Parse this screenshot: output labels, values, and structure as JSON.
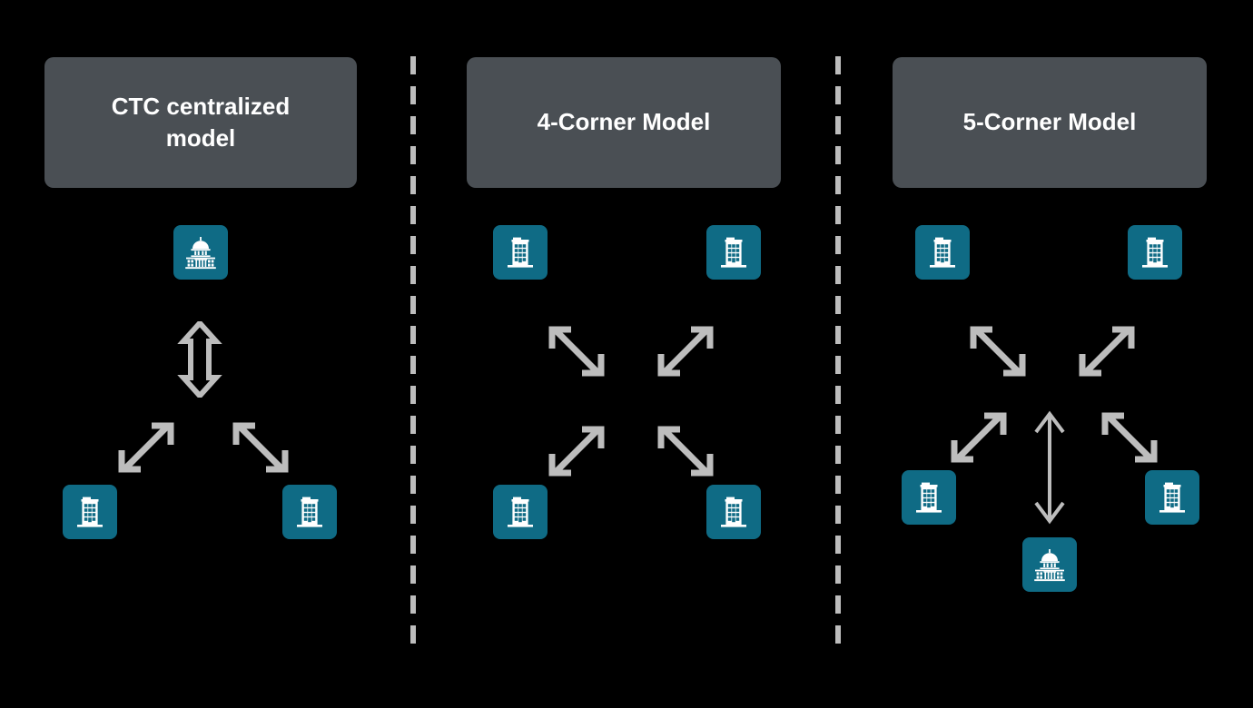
{
  "page": {
    "background_color": "#000000",
    "title": "Interoperability exchange models comparison"
  },
  "style": {
    "header_card_color": "#4A4F54",
    "header_text_color": "#FFFFFF",
    "icon_tile_color": "#0F6B85",
    "icon_glyph_color": "#FFFFFF",
    "arrow_color": "#BDBDBD",
    "divider_color": "#BDBDBD"
  },
  "panels": [
    {
      "id": "ctc",
      "title": "CTC centralized\nmodel",
      "title_line_1": "CTC centralized",
      "title_line_2": "model",
      "nodes": [
        {
          "name": "ctc-hub",
          "icon": "government-building-icon",
          "role": "central-hub"
        },
        {
          "name": "party-bottom-left",
          "icon": "office-building-icon",
          "role": "participant"
        },
        {
          "name": "party-bottom-right",
          "icon": "office-building-icon",
          "role": "participant"
        }
      ],
      "connectors": [
        {
          "name": "vertical-bidirectional-arrow",
          "icon": "arrow-up-down-icon"
        },
        {
          "name": "diagonal-arrow-ne-sw",
          "icon": "arrow-ne-sw-icon"
        },
        {
          "name": "diagonal-arrow-nw-se",
          "icon": "arrow-nw-se-icon"
        }
      ]
    },
    {
      "id": "4corner",
      "title": "4-Corner Model",
      "title_line_1": "4-Corner Model",
      "title_line_2": "",
      "nodes": [
        {
          "name": "corner-top-left",
          "icon": "office-building-icon",
          "role": "corner"
        },
        {
          "name": "corner-top-right",
          "icon": "office-building-icon",
          "role": "corner"
        },
        {
          "name": "corner-bottom-left",
          "icon": "office-building-icon",
          "role": "corner"
        },
        {
          "name": "corner-bottom-right",
          "icon": "office-building-icon",
          "role": "corner"
        }
      ],
      "connectors": [
        {
          "name": "diagonal-arrow-nw-se-top-left",
          "icon": "arrow-nw-se-icon"
        },
        {
          "name": "diagonal-arrow-ne-sw-top-right",
          "icon": "arrow-ne-sw-icon"
        },
        {
          "name": "diagonal-arrow-ne-sw-bottom-left",
          "icon": "arrow-ne-sw-icon"
        },
        {
          "name": "diagonal-arrow-nw-se-bottom-right",
          "icon": "arrow-nw-se-icon"
        }
      ]
    },
    {
      "id": "5corner",
      "title": "5-Corner Model",
      "title_line_1": "5-Corner Model",
      "title_line_2": "",
      "nodes": [
        {
          "name": "corner-top-left",
          "icon": "office-building-icon",
          "role": "corner"
        },
        {
          "name": "corner-top-right",
          "icon": "office-building-icon",
          "role": "corner"
        },
        {
          "name": "corner-mid-left",
          "icon": "office-building-icon",
          "role": "corner"
        },
        {
          "name": "corner-mid-right",
          "icon": "office-building-icon",
          "role": "corner"
        },
        {
          "name": "authority-bottom-center",
          "icon": "government-building-icon",
          "role": "tax-authority"
        }
      ],
      "connectors": [
        {
          "name": "diagonal-arrow-nw-se-top-left",
          "icon": "arrow-nw-se-icon"
        },
        {
          "name": "diagonal-arrow-ne-sw-top-right",
          "icon": "arrow-ne-sw-icon"
        },
        {
          "name": "diagonal-arrow-ne-sw-mid-left",
          "icon": "arrow-ne-sw-icon"
        },
        {
          "name": "diagonal-arrow-nw-se-mid-right",
          "icon": "arrow-nw-se-icon"
        },
        {
          "name": "vertical-bidirectional-arrow-center",
          "icon": "arrow-up-down-thin-icon"
        }
      ]
    }
  ]
}
